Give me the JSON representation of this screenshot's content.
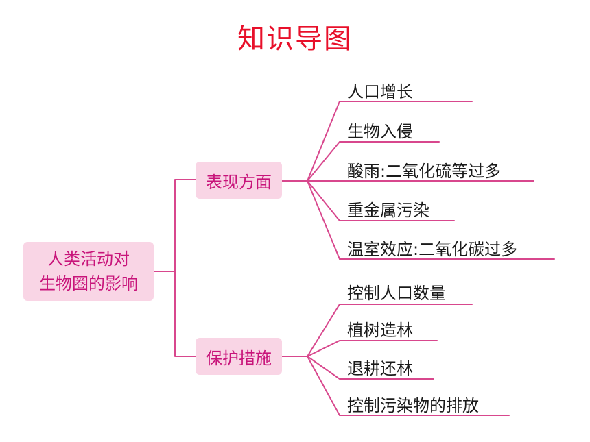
{
  "title": "知识导图",
  "root": {
    "line1": "人类活动对",
    "line2": "生物圈的影响"
  },
  "branches": [
    {
      "label": "表现方面",
      "leaves": [
        "人口增长",
        "生物入侵",
        "酸雨:二氧化硫等过多",
        "重金属污染",
        "温室效应:二氧化碳过多"
      ]
    },
    {
      "label": "保护措施",
      "leaves": [
        "控制人口数量",
        "植树造林",
        "退耕还林",
        "控制污染物的排放"
      ]
    }
  ],
  "colors": {
    "title": "#e8102a",
    "line": "#d8478d",
    "box_fill": "#f9d5e5",
    "box_text": "#c8147a",
    "leaf_text": "#1a1a1a"
  }
}
